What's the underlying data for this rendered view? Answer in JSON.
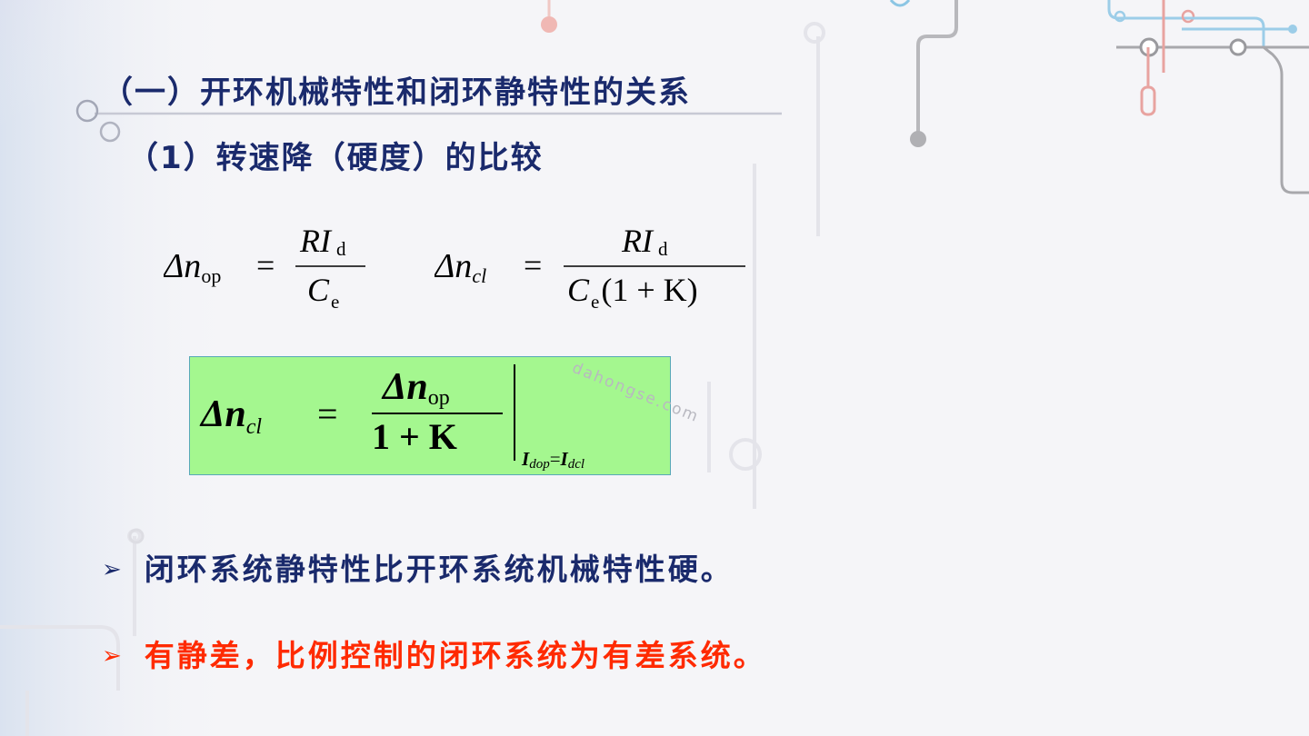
{
  "slide": {
    "title": "（一）开环机械特性和闭环静特性的关系",
    "subtitle": "（1）转速降（硬度）的比较"
  },
  "equations": {
    "eq1": {
      "lhs_symbol": "Δn",
      "lhs_subscript": "op",
      "equals": "=",
      "numerator_main": "RI",
      "numerator_subscript": "d",
      "denominator_main": "C",
      "denominator_subscript": "e"
    },
    "eq2": {
      "lhs_symbol": "Δn",
      "lhs_subscript": "cl",
      "equals": "=",
      "numerator_main": "RI",
      "numerator_subscript": "d",
      "denominator_main": "C",
      "denominator_subscript": "e",
      "denominator_rest": "(1 + K)"
    },
    "boxed": {
      "lhs_symbol": "Δn",
      "lhs_subscript": "cl",
      "equals": "=",
      "numerator_symbol": "Δn",
      "numerator_subscript": "op",
      "denominator": "1 + K",
      "condition_left": "I",
      "condition_left_subscript": "dop",
      "condition_equals": "=",
      "condition_right": "I",
      "condition_right_subscript": "dcl"
    }
  },
  "bullets": [
    {
      "marker": "➢",
      "text": "闭环系统静特性比开环系统机械特性硬。",
      "color": "#1a2a6c"
    },
    {
      "marker": "➢",
      "text": "有静差，比例控制的闭环系统为有差系统。",
      "color": "#ff2a00"
    }
  ],
  "watermark": "dahongse.com",
  "colors": {
    "heading": "#1a2a6c",
    "highlight": "#ff2a00",
    "box_fill": "#a4f78f",
    "box_border": "#58a8b8"
  }
}
